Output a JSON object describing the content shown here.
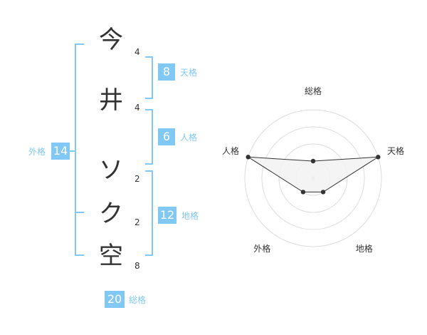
{
  "name_chars": [
    {
      "char": "今",
      "strokes": "4"
    },
    {
      "char": "井",
      "strokes": "4"
    },
    {
      "char": "ソ",
      "strokes": "2"
    },
    {
      "char": "ク",
      "strokes": "2"
    },
    {
      "char": "空",
      "strokes": "8"
    }
  ],
  "fortune": {
    "tenkaku": {
      "label": "天格",
      "value": "8"
    },
    "jinkaku": {
      "label": "人格",
      "value": "6"
    },
    "chikaku": {
      "label": "地格",
      "value": "12"
    },
    "gaikaku": {
      "label": "外格",
      "value": "14"
    },
    "soukaku": {
      "label": "総格",
      "value": "20"
    }
  },
  "chart_data": {
    "type": "radar",
    "axes": [
      "総格",
      "天格",
      "地格",
      "外格",
      "人格"
    ],
    "values": [
      1,
      4,
      1,
      1,
      4
    ],
    "range": [
      0,
      4
    ],
    "rings": 4,
    "grid": true,
    "colors": {
      "fill": "#f2f2f2",
      "stroke": "#333333",
      "grid": "#dddddd",
      "center": "#cccccc"
    }
  },
  "colors": {
    "accent": "#82c8f4",
    "bracket": "#82c8f4"
  }
}
